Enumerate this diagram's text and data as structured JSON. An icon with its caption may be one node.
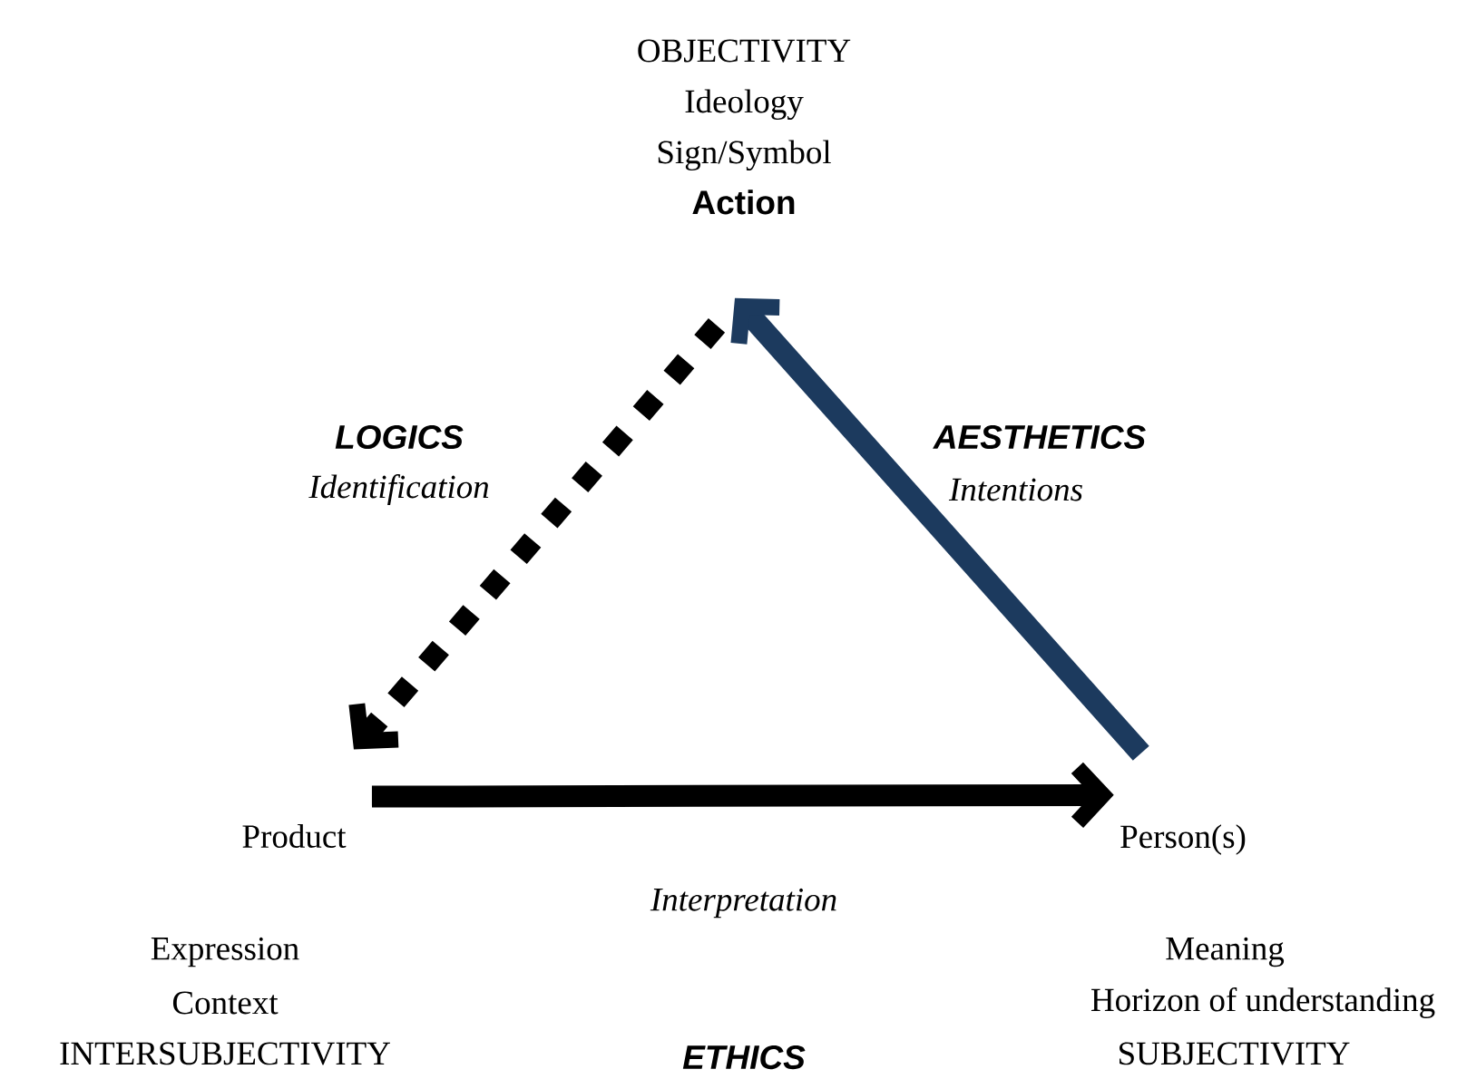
{
  "diagram": {
    "nodes": [
      {
        "text": [
          "OBJECTIVITY",
          "Ideology",
          "Sign/Symbol",
          "Action"
        ]
      },
      {
        "text": [
          "Product"
        ]
      },
      {
        "text": [
          "Person(s)"
        ]
      }
    ],
    "edges": [
      {
        "from": 0,
        "to": 1,
        "arrow": "to",
        "style": "dashed"
      },
      {
        "from": 1,
        "to": 2,
        "arrow": "to"
      },
      {
        "from": 2,
        "to": 0,
        "arrow": "to",
        "color": "#1c3a5e"
      }
    ],
    "labels": [
      "LOGICS",
      "Identification",
      "AESTHETICS",
      "Intentions",
      "Interpretation",
      "Expression",
      "Context",
      "INTERSUBJECTIVITY",
      "Meaning",
      "Horizon of understanding",
      "SUBJECTIVITY",
      "ETHICS"
    ]
  }
}
